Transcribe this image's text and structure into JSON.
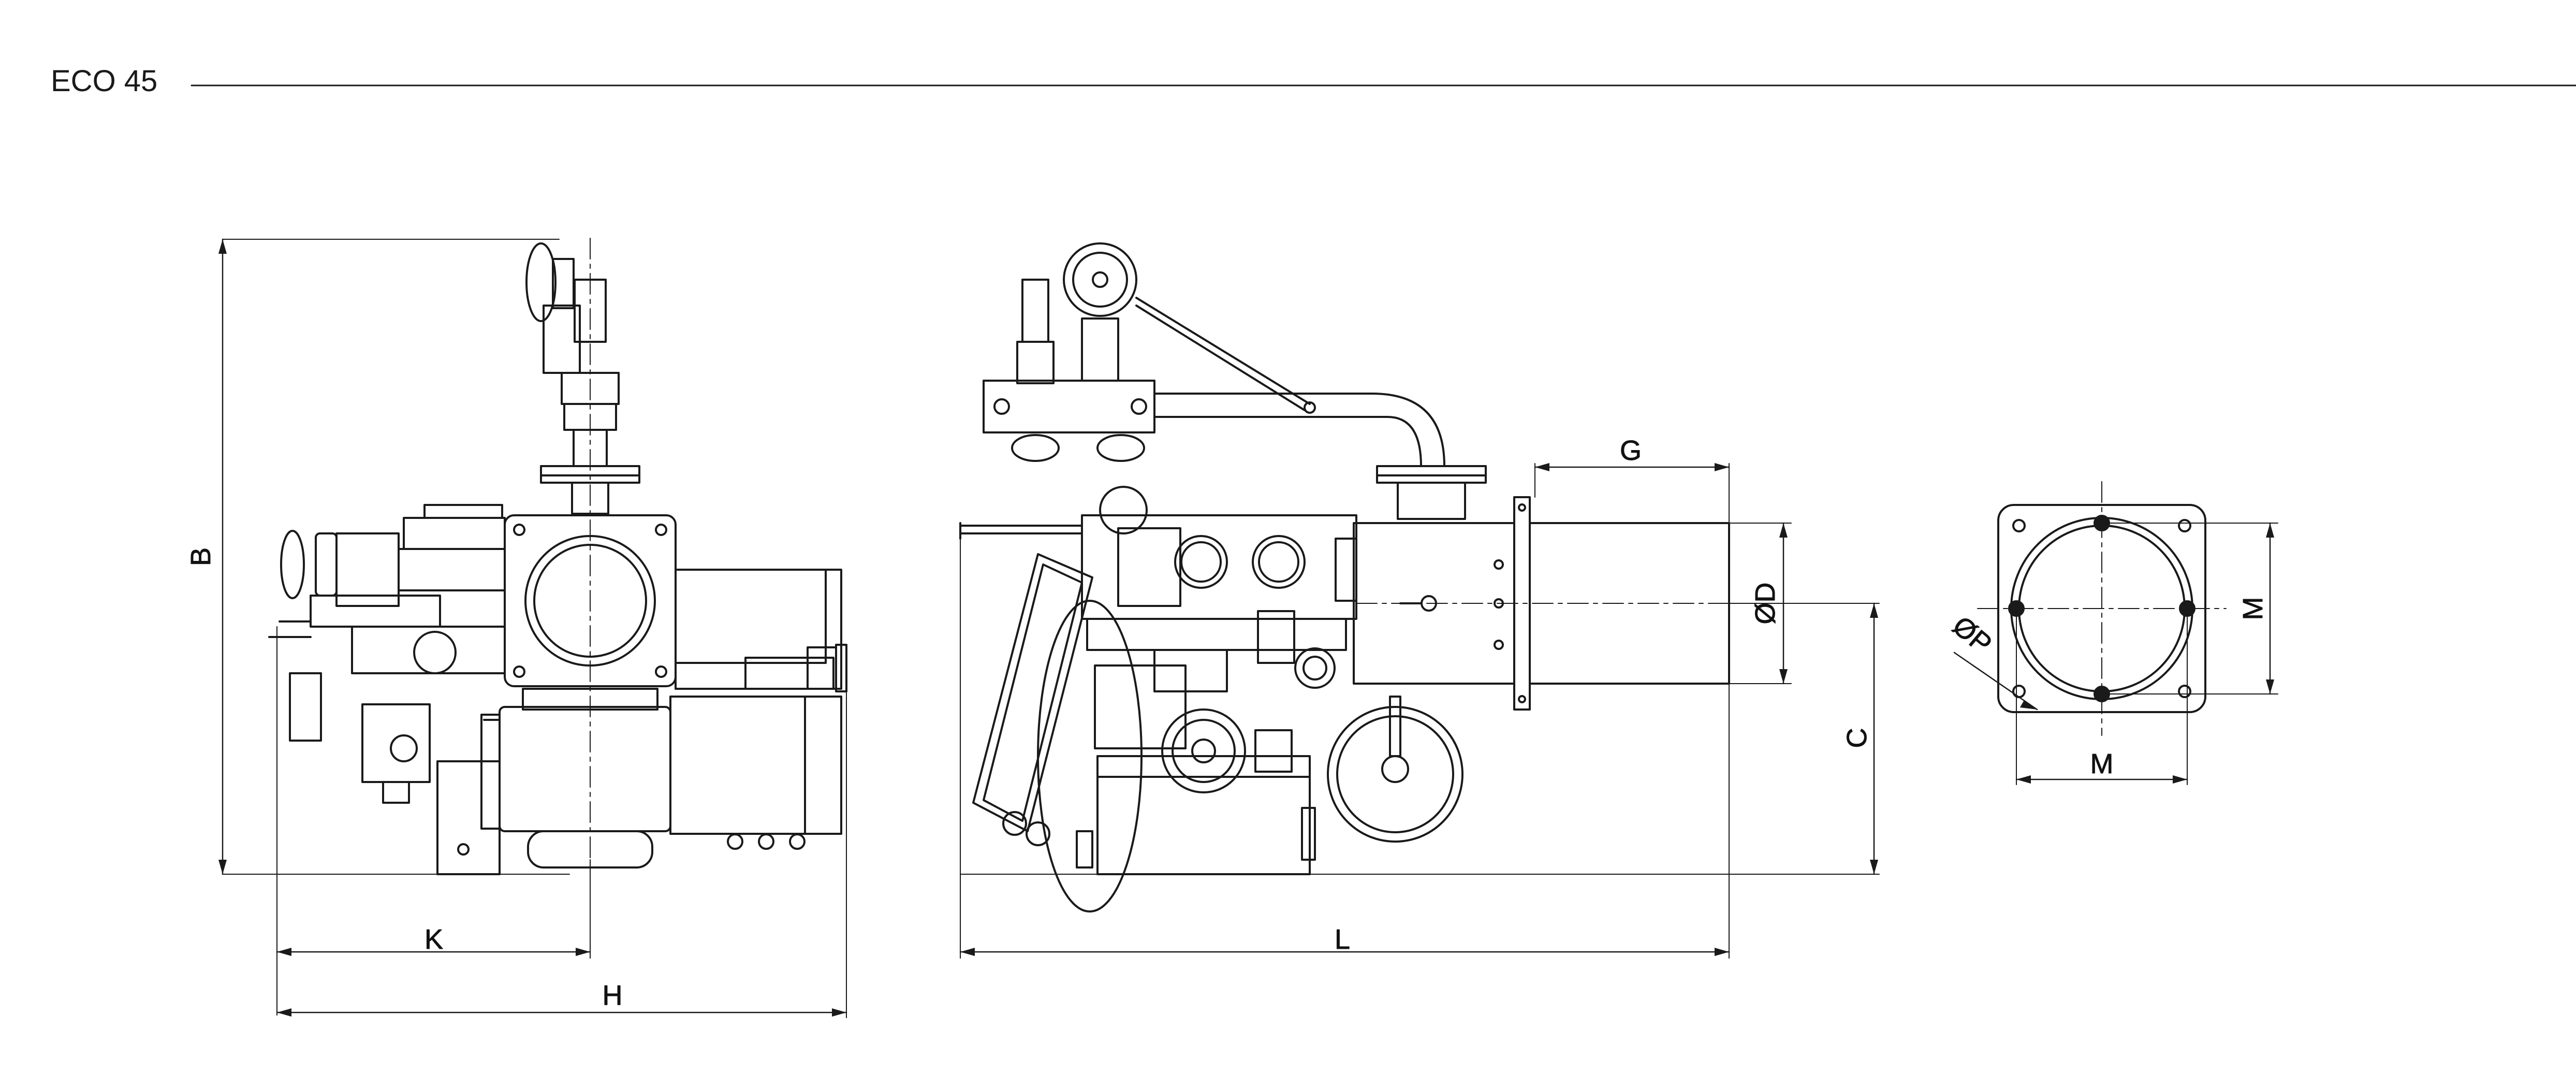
{
  "header": {
    "model": "ECO 45"
  },
  "colors": {
    "line": "#1a1a1a",
    "background": "#ffffff"
  },
  "dimension_labels": {
    "B": "B",
    "K": "K",
    "H": "H",
    "G": "G",
    "D": "ØD",
    "C": "C",
    "L": "L",
    "P": "ØP",
    "M_vertical": "M",
    "M_horizontal": "M"
  },
  "views": {
    "side_view": "burner-side-view",
    "front_view": "burner-front-view",
    "flange_view": "mounting-flange-view"
  }
}
